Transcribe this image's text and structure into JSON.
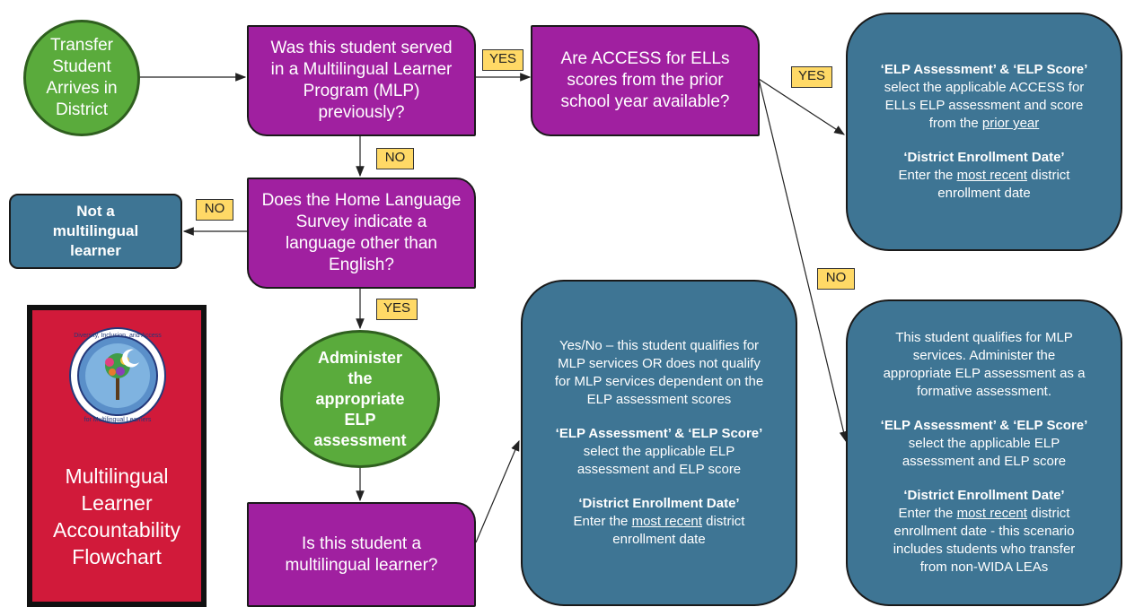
{
  "diagram": {
    "start": [
      "Transfer",
      "Student",
      "Arrives in",
      "District"
    ],
    "q_mlp": [
      "Was this student served",
      "in a Multilingual Learner",
      "Program (MLP)",
      "previously?"
    ],
    "q_access": [
      "Are ACCESS for ELLs",
      "scores from the prior",
      "school year available?"
    ],
    "q_hls": [
      "Does the Home Language",
      "Survey indicate a",
      "language other than",
      "English?"
    ],
    "administer": [
      "Administer",
      "the",
      "appropriate",
      "ELP",
      "assessment"
    ],
    "q_ml": [
      "Is this student a",
      "multilingual learner?"
    ],
    "not_ml": [
      "Not a",
      "multilingual",
      "learner"
    ],
    "labels": {
      "yes": "YES",
      "no": "NO"
    },
    "box_prior": {
      "h1": "‘ELP Assessment’ & ‘ELP Score’",
      "t1a": "select the applicable ACCESS for",
      "t1b": "ELLs ELP assessment and score",
      "t1c": "from the ",
      "t1u": "prior year",
      "h2": "‘District Enrollment Date’",
      "t2a": "Enter the ",
      "t2u": "most recent",
      "t2b": " district",
      "t2c": "enrollment date"
    },
    "box_formative": {
      "p1": "This student qualifies for MLP",
      "p2": "services. Administer the",
      "p3": "appropriate ELP assessment as a",
      "p4": "formative assessment.",
      "h1": "‘ELP Assessment’ & ‘ELP Score’",
      "t1a": "select the applicable ELP",
      "t1b": "assessment and ELP score",
      "h2": "‘District Enrollment Date’",
      "t2a": "Enter the ",
      "t2u": "most recent",
      "t2b": " district",
      "t2c": "enrollment date - this scenario",
      "t2d": "includes students who transfer",
      "t2e": "from non-WIDA LEAs"
    },
    "box_yesno": {
      "p1": "Yes/No – this student qualifies for",
      "p2": "MLP services OR does not qualify",
      "p3": "for MLP services dependent on the",
      "p4": "ELP assessment scores",
      "h1": "‘ELP Assessment’ & ‘ELP Score’",
      "t1a": "select the applicable ELP",
      "t1b": "assessment and ELP score",
      "h2": "‘District Enrollment Date’",
      "t2a": "Enter the ",
      "t2u": "most recent",
      "t2b": " district",
      "t2c": "enrollment date"
    },
    "title_panel": [
      "Multilingual",
      "Learner",
      "Accountability",
      "Flowchart"
    ],
    "seal_text": [
      "Diversity, Inclusion, and Access",
      "for Multilingual Learners"
    ]
  },
  "colors": {
    "green": "#5aab3c",
    "purple": "#a020a0",
    "blue": "#3e7594",
    "yellow": "#ffd966",
    "red": "#d11a3a"
  }
}
